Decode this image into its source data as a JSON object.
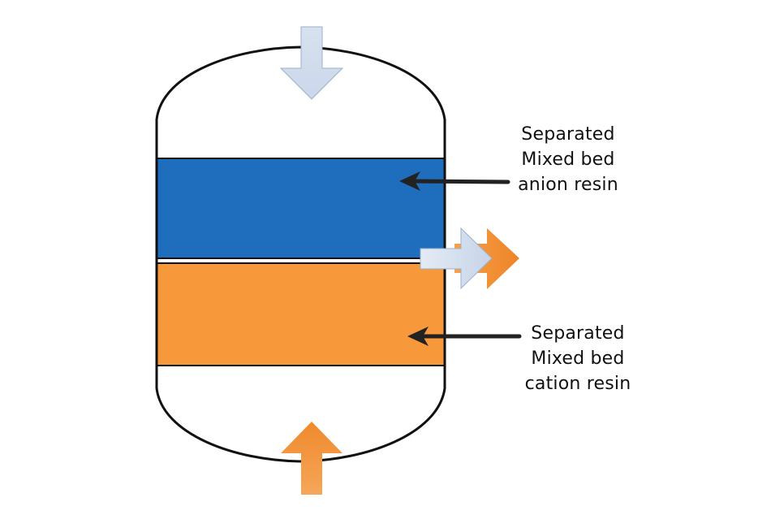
{
  "diagram": {
    "title": "Mixed bed resin separation vessel",
    "colors": {
      "anion_layer": "#1f6dbd",
      "cation_layer": "#f7993a",
      "inlet_arrow": "#d3deed",
      "inlet_arrow_outline": "#9bb0cc",
      "backwash_arrow": "#f39133",
      "outline": "#111111",
      "pointer": "#222222"
    },
    "layers": [
      {
        "id": "anion",
        "name": "Separated Mixed bed anion resin"
      },
      {
        "id": "cation",
        "name": "Separated Mixed bed cation resin"
      }
    ],
    "labels": {
      "anion": [
        "Separated",
        "Mixed bed",
        "anion resin"
      ],
      "cation": [
        "Separated",
        "Mixed bed",
        "cation resin"
      ]
    },
    "flows": [
      {
        "id": "top-inlet",
        "direction": "down",
        "color": "light-blue"
      },
      {
        "id": "bottom-inlet",
        "direction": "up",
        "color": "orange"
      },
      {
        "id": "middle-outlet-blue",
        "direction": "right",
        "color": "light-blue"
      },
      {
        "id": "middle-outlet-orange",
        "direction": "right",
        "color": "orange"
      }
    ]
  }
}
